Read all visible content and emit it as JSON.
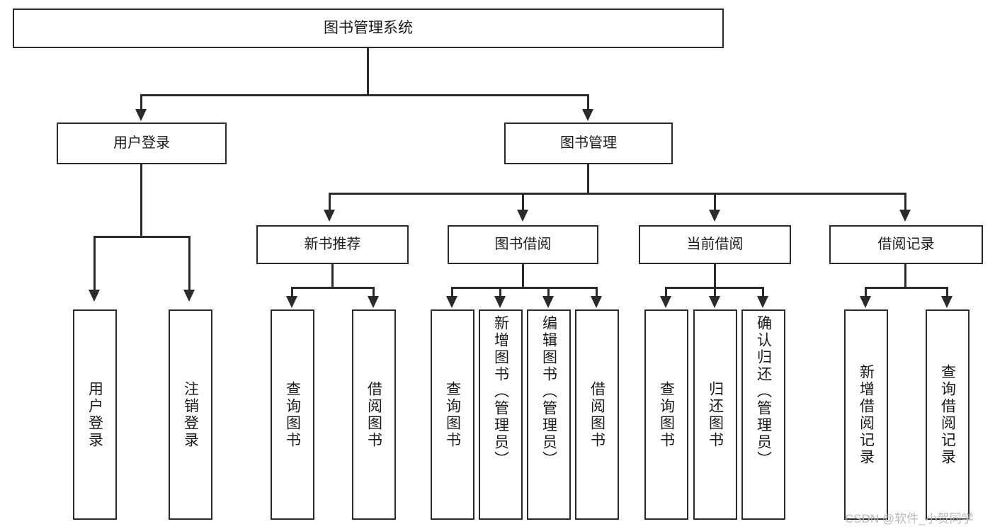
{
  "diagram": {
    "title": "图书管理系统",
    "type": "tree",
    "root": {
      "label": "图书管理系统"
    },
    "level1": [
      {
        "label": "用户登录"
      },
      {
        "label": "图书管理"
      }
    ],
    "level2": [
      {
        "label": "新书推荐"
      },
      {
        "label": "图书借阅"
      },
      {
        "label": "当前借阅"
      },
      {
        "label": "借阅记录"
      }
    ],
    "leaves": {
      "user_login": [
        {
          "label": "用户登录"
        },
        {
          "label": "注销登录"
        }
      ],
      "new_book_recommend": [
        {
          "label": "查询图书"
        },
        {
          "label": "借阅图书"
        }
      ],
      "book_borrow": [
        {
          "label": "查询图书"
        },
        {
          "label": "新增图书（管理员）"
        },
        {
          "label": "编辑图书（管理员）"
        },
        {
          "label": "借阅图书"
        }
      ],
      "current_borrow": [
        {
          "label": "查询图书"
        },
        {
          "label": "归还图书"
        },
        {
          "label": "确认归还（管理员）"
        }
      ],
      "borrow_record": [
        {
          "label": "新增借阅记录"
        },
        {
          "label": "查询借阅记录"
        }
      ]
    }
  },
  "watermark": {
    "text": "CSDN @软件_小贺同学"
  },
  "colors": {
    "stroke": "#2b2b2b",
    "background": "#ffffff",
    "text": "#1a1a1a",
    "watermark": "#b9b9b9"
  }
}
